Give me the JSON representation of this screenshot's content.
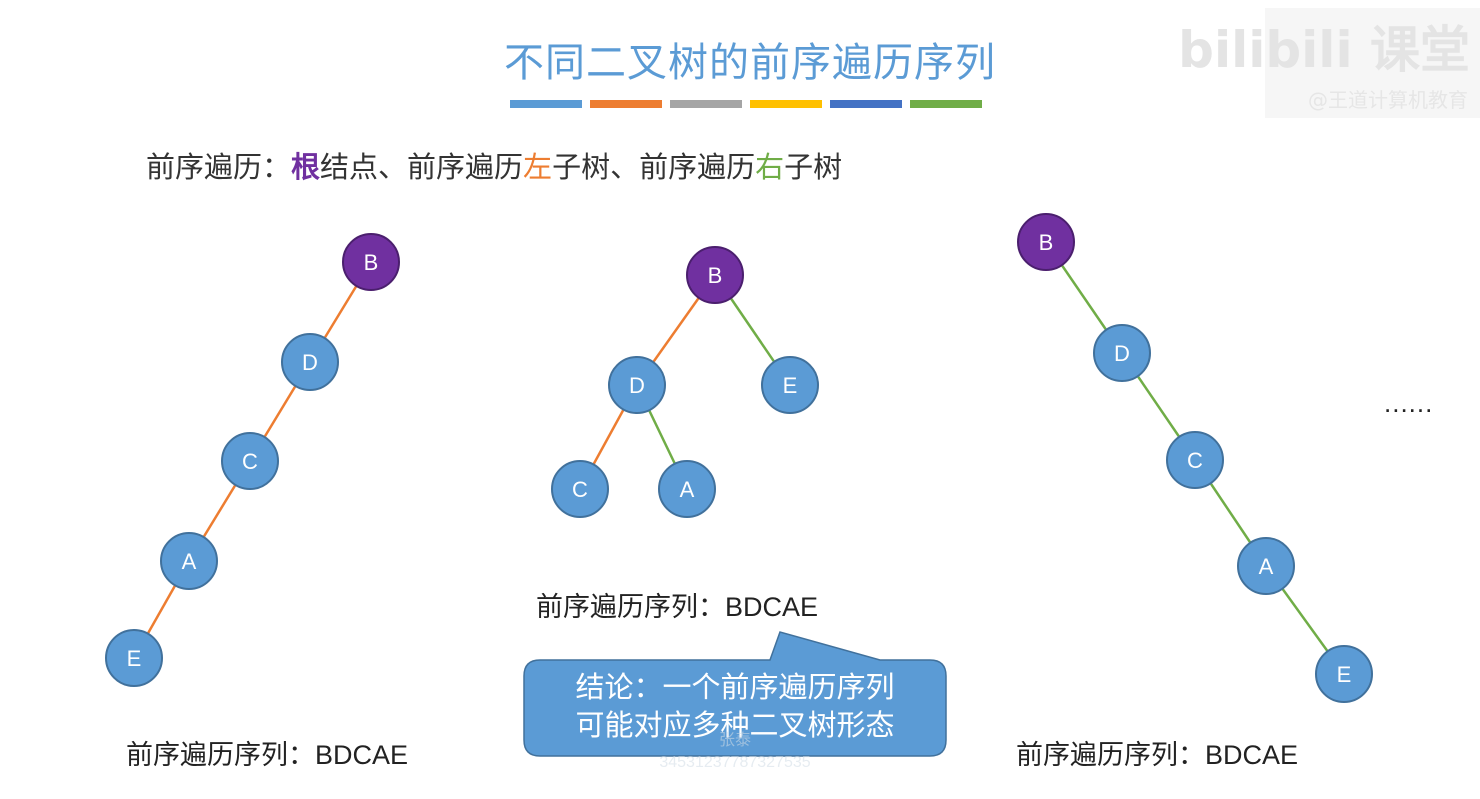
{
  "title": "不同二叉树的前序遍历序列",
  "color_bars": [
    "#5b9bd5",
    "#ed7d31",
    "#a5a5a5",
    "#ffc000",
    "#4472c4",
    "#70ad47"
  ],
  "definition": {
    "prefix": "前序遍历：",
    "root": "根",
    "part1": "结点、前序遍历",
    "left": "左",
    "part2": "子树、前序遍历",
    "right": "右",
    "part3": "子树"
  },
  "watermark": {
    "logo": "bilibili 课堂",
    "sub": "@王道计算机教育"
  },
  "colors": {
    "root_node": "#7030a0",
    "node": "#5b9bd5",
    "node_border": "#41719c",
    "left_edge": "#ed7d31",
    "right_edge": "#70ad47",
    "callout": "#5b9bd5"
  },
  "trees": [
    {
      "sequence_label": "前序遍历序列：",
      "sequence_value": "BDCAE",
      "nodes": [
        "B",
        "D",
        "C",
        "A",
        "E"
      ]
    },
    {
      "sequence_label": "前序遍历序列：",
      "sequence_value": "BDCAE",
      "nodes": [
        "B",
        "D",
        "E",
        "C",
        "A"
      ]
    },
    {
      "sequence_label": "前序遍历序列：",
      "sequence_value": "BDCAE",
      "nodes": [
        "B",
        "D",
        "C",
        "A",
        "E"
      ]
    }
  ],
  "ellipsis": "......",
  "callout": {
    "line1": "结论：一个前序遍历序列",
    "line2": "可能对应多种二叉树形态"
  },
  "faint_watermark": {
    "line1": "张泰",
    "line2": "34531237787327535"
  }
}
